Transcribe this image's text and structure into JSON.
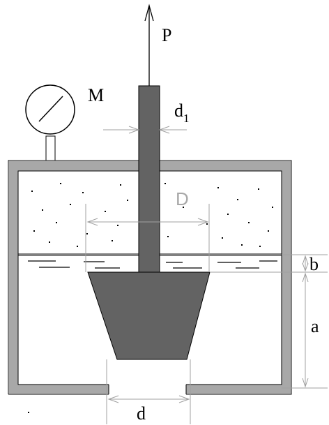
{
  "labels": {
    "force": "P",
    "gauge": "M",
    "rod_diameter": "d",
    "rod_diameter_sub": "1",
    "plug_top_diameter": "D",
    "plug_bottom_diameter": "d",
    "depth_b": "b",
    "height_a": "a"
  },
  "colors": {
    "wall": "#a8a8a8",
    "plug": "#636363",
    "line": "#000000",
    "dim_line": "#a0a0a0",
    "background": "#ffffff"
  },
  "icons": {
    "gauge": "pressure-gauge-icon",
    "arrow": "arrow-up-icon"
  }
}
